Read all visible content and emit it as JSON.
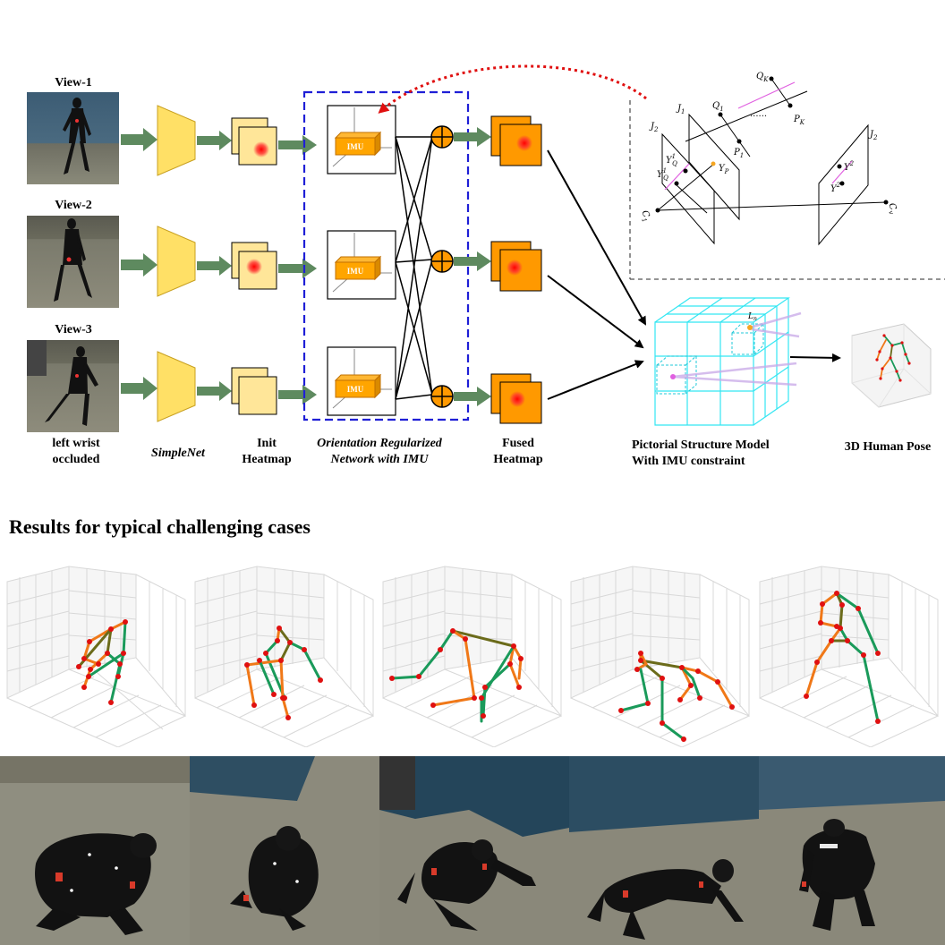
{
  "views": [
    {
      "label": "View-1"
    },
    {
      "label": "View-2"
    },
    {
      "label": "View-3"
    }
  ],
  "labels": {
    "occluded_line1": "left wrist",
    "occluded_line2": "occluded",
    "simplenet": "SimpleNet",
    "init_line1": "Init",
    "init_line2": "Heatmap",
    "orn_line1": "Orientation Regularized",
    "orn_line2": "Network with IMU",
    "fused_line1": "Fused",
    "fused_line2": "Heatmap",
    "psm_line1": "Pictorial  Structure  Model",
    "psm_line2": "With  IMU constraint",
    "pose3d": "3D Human  Pose",
    "imu": "IMU"
  },
  "geometry_labels": {
    "QK": "Q",
    "QK_sub": "K",
    "Q1": "Q",
    "Q1_sub": "1",
    "PK": "P",
    "PK_sub": "K",
    "P1": "P",
    "P1_sub": "1",
    "J1": "J",
    "J1_sub": "1",
    "J2a": "J",
    "J2a_sub": "2",
    "J2b": "J",
    "J2b_sub": "2",
    "YP": "Y",
    "YP_sub": "P",
    "YQK1": "Y",
    "YQK1_sup": "1",
    "YQK1_sub": "Q",
    "YQ11": "Y",
    "YQ11_sup": "1",
    "YQ11_sub": "Q",
    "YQK2": "Y",
    "YQK2_sup": "2",
    "YQ12": "Y",
    "YQ12_sup": "2",
    "C1": "C",
    "C1_sub": "1",
    "Cv": "C",
    "Cv_sub": "v",
    "dots": "......",
    "Ln": "L",
    "Ln_sub": "n"
  },
  "results_title": "Results for typical challenging cases",
  "colors": {
    "arrow_green": "#5E8A5F",
    "simplenet_yellow": "#FFE066",
    "heatmap_yellow": "#FFE699",
    "heatmap_red": "#FF0000",
    "fused_orange": "#FF9900",
    "imu_orange": "#FFA500",
    "dashed_blue": "#1F1FD6",
    "grid_cyan": "#33E6F2",
    "limb_green": "#1A9A5A",
    "limb_orange": "#F07818",
    "limb_olive": "#6B6B1A",
    "joint_red": "#E01010"
  }
}
